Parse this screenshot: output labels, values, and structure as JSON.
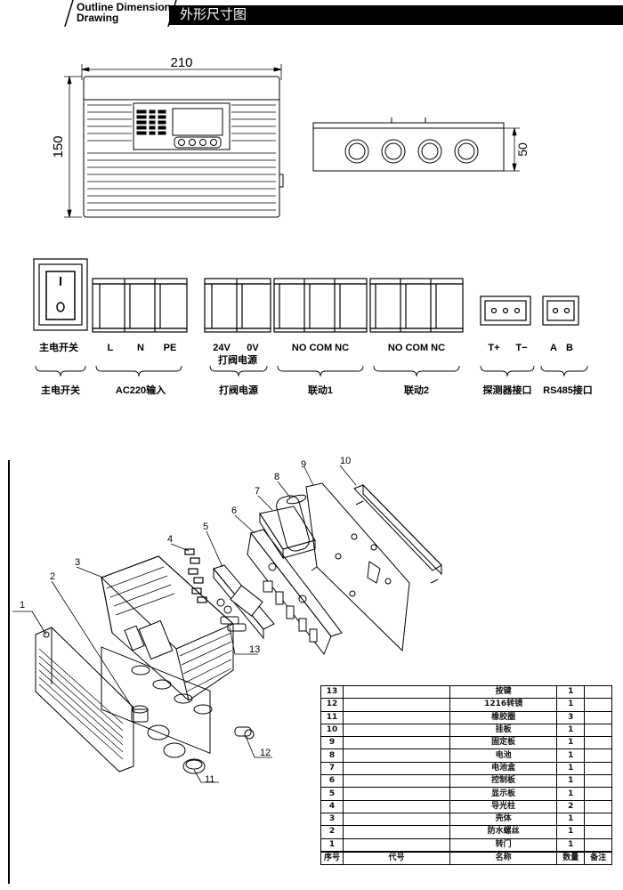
{
  "header": {
    "title_en_line1": "Outline Dimension",
    "title_en_line2": "Drawing",
    "title_cn": "外形尺寸图"
  },
  "dimensions": {
    "width": "210",
    "height": "150",
    "depth": "50"
  },
  "terminals": {
    "top_labels": {
      "switch": "主电开关",
      "ac_l": "L",
      "ac_n": "N",
      "ac_pe": "PE",
      "valve_24v": "24V",
      "valve_0v": "0V",
      "valve_name": "打阀电源",
      "link1": "NO COM NC",
      "link2": "NO COM NC",
      "detector_tplus": "T+",
      "detector_tminus": "T−",
      "rs485_a": "A",
      "rs485_b": "B"
    },
    "groups": {
      "switch": "主电开关",
      "ac": "AC220输入",
      "valve": "打阀电源",
      "link1": "联动1",
      "link2": "联动2",
      "detector": "探测器接口",
      "rs485": "RS485接口"
    }
  },
  "callouts": [
    "1",
    "2",
    "3",
    "4",
    "5",
    "6",
    "7",
    "8",
    "9",
    "10",
    "11",
    "12",
    "13"
  ],
  "parts_table": {
    "header": {
      "no": "序号",
      "code": "代号",
      "name": "名称",
      "qty": "数量",
      "remark": "备注"
    },
    "rows": [
      {
        "no": "13",
        "name": "按键",
        "qty": "1"
      },
      {
        "no": "12",
        "name": "1216转镜",
        "qty": "1"
      },
      {
        "no": "11",
        "name": "橡胶圈",
        "qty": "3"
      },
      {
        "no": "10",
        "name": "挂板",
        "qty": "1"
      },
      {
        "no": "9",
        "name": "固定板",
        "qty": "1"
      },
      {
        "no": "8",
        "name": "电池",
        "qty": "1"
      },
      {
        "no": "7",
        "name": "电池盒",
        "qty": "1"
      },
      {
        "no": "6",
        "name": "控制板",
        "qty": "1"
      },
      {
        "no": "5",
        "name": "显示板",
        "qty": "1"
      },
      {
        "no": "4",
        "name": "导光柱",
        "qty": "2"
      },
      {
        "no": "3",
        "name": "壳体",
        "qty": "1"
      },
      {
        "no": "2",
        "name": "防水螺丝",
        "qty": "1"
      },
      {
        "no": "1",
        "name": "转门",
        "qty": "1"
      }
    ]
  }
}
